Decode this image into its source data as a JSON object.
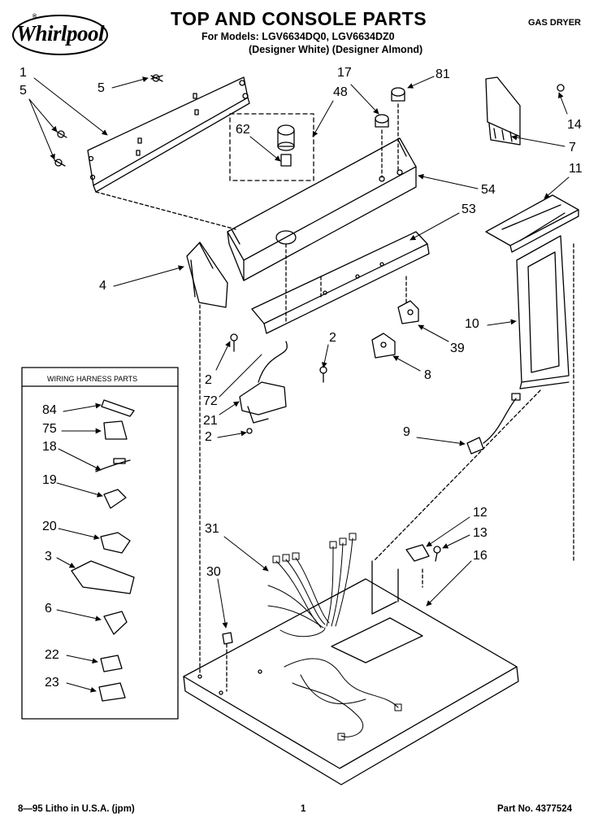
{
  "header": {
    "brand": "Whirlpool",
    "brand_mark": "®",
    "title": "TOP AND CONSOLE PARTS",
    "models_line": "For Models: LGV6634DQ0, LGV6634DZ0",
    "colors_line": "(Designer White)  (Designer Almond)",
    "document_type": "GAS DRYER"
  },
  "harness_box": {
    "title": "WIRING HARNESS PARTS"
  },
  "callouts": [
    {
      "id": "c1",
      "text": "1"
    },
    {
      "id": "c5a",
      "text": "5"
    },
    {
      "id": "c5b",
      "text": "5"
    },
    {
      "id": "c62",
      "text": "62"
    },
    {
      "id": "c17",
      "text": "17"
    },
    {
      "id": "c48",
      "text": "48"
    },
    {
      "id": "c81",
      "text": "81"
    },
    {
      "id": "c14",
      "text": "14"
    },
    {
      "id": "c7",
      "text": "7"
    },
    {
      "id": "c54",
      "text": "54"
    },
    {
      "id": "c11",
      "text": "11"
    },
    {
      "id": "c53",
      "text": "53"
    },
    {
      "id": "c4",
      "text": "4"
    },
    {
      "id": "c10",
      "text": "10"
    },
    {
      "id": "c39",
      "text": "39"
    },
    {
      "id": "c2a",
      "text": "2"
    },
    {
      "id": "c2b",
      "text": "2"
    },
    {
      "id": "c8",
      "text": "8"
    },
    {
      "id": "c72",
      "text": "72"
    },
    {
      "id": "c21",
      "text": "21"
    },
    {
      "id": "c2c",
      "text": "2"
    },
    {
      "id": "c9",
      "text": "9"
    },
    {
      "id": "c84",
      "text": "84"
    },
    {
      "id": "c75",
      "text": "75"
    },
    {
      "id": "c18",
      "text": "18"
    },
    {
      "id": "c19",
      "text": "19"
    },
    {
      "id": "c20",
      "text": "20"
    },
    {
      "id": "c3",
      "text": "3"
    },
    {
      "id": "c6",
      "text": "6"
    },
    {
      "id": "c22",
      "text": "22"
    },
    {
      "id": "c23",
      "text": "23"
    },
    {
      "id": "c31",
      "text": "31"
    },
    {
      "id": "c30",
      "text": "30"
    },
    {
      "id": "c12",
      "text": "12"
    },
    {
      "id": "c13",
      "text": "13"
    },
    {
      "id": "c16",
      "text": "16"
    }
  ],
  "footer": {
    "print_info": "8—95 Litho in U.S.A. (jpm)",
    "page_number": "1",
    "part_number": "Part No. 4377524"
  }
}
